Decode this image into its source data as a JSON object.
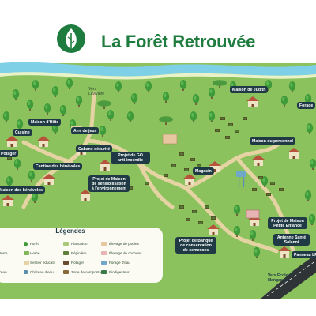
{
  "title": "La Forêt Retrouvée",
  "colors": {
    "title_green": "#1e7d3e",
    "grass": "#8cc25e",
    "path": "#e6d3a3",
    "river": "#7ed0e6",
    "label_bg": "#1f3a44",
    "road": "#2f3437"
  },
  "labels": {
    "cuisine": "Cuisine",
    "maison_hote": "Maison d'Hôte",
    "potager": "Potager",
    "cantine": "Cantine des bénévoles",
    "maison_benevoles": "Maison des bénévoles",
    "aire_jeux": "Aire de jeux",
    "cabane_securite": "Cabane sécurité",
    "projet_go": "Projet de GO anti-incendie",
    "projet_maison_sensibilisation": "Projet de Maison de sensibilisation à l'environnement",
    "magasin": "Magasin",
    "maison_judith": "Maison de Judith",
    "forage": "Forage",
    "maison_personnel": "Maison du personnel",
    "projet_petite_enfance": "Projet de Maison Petite Enfance",
    "projet_banque": "Projet de Banque de conservation de semences",
    "antenne": "Antenne Santé Solanni",
    "panneau": "Panneau LFR",
    "vers_lavivaire": "Vers Lavivaire",
    "vers_ecole": "Vers Ecole de Mangarasa"
  },
  "legend": {
    "title": "Légendes",
    "items": [
      {
        "label": "Forêt",
        "icon": "tree-icon",
        "color": "#3f9a3a"
      },
      {
        "label": "Plantation",
        "icon": "plantation-icon",
        "color": "#a9c97a"
      },
      {
        "label": "Élevage de poules",
        "icon": "chicken-icon",
        "color": "#e6c7a0"
      },
      {
        "label": "Herbe",
        "icon": "grass-icon",
        "color": "#7fb85a"
      },
      {
        "label": "Pépinière",
        "icon": "nursery-icon",
        "color": "#5f7f3a"
      },
      {
        "label": "Élevage de cochons",
        "icon": "pig-icon",
        "color": "#e8b3b3"
      },
      {
        "label": "Sentier éducatif",
        "icon": "path-icon",
        "color": "#e6d3a3"
      },
      {
        "label": "Potager",
        "icon": "vegetable-garden-icon",
        "color": "#6b4a2e"
      },
      {
        "label": "Forage d'eau",
        "icon": "water-pump-icon",
        "color": "#6fa8c8"
      },
      {
        "label": "Château d'eau",
        "icon": "water-tower-icon",
        "color": "#5c8fb0"
      },
      {
        "label": "Zone de compostage",
        "icon": "compost-icon",
        "color": "#8a6a3a"
      },
      {
        "label": "Biodigesteur",
        "icon": "biodigester-icon",
        "color": "#3a7a4a"
      }
    ],
    "left_cut": [
      "terre",
      "",
      "",
      "'eau"
    ]
  }
}
